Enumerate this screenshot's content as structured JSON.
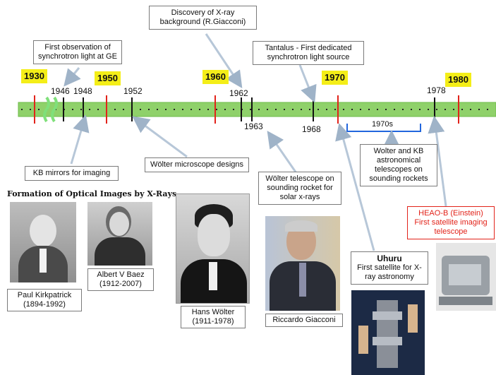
{
  "timeline": {
    "decades": [
      "1930",
      "1950",
      "1960",
      "1970",
      "1980"
    ],
    "years": [
      "1946",
      "1948",
      "1952",
      "1962",
      "1963",
      "1968",
      "1978"
    ],
    "range_label": "1970s"
  },
  "callouts": {
    "synchrotron_ge": "First observation of synchrotron light at GE",
    "xray_background": "Discovery of X-ray background (R.Giacconi)",
    "tantalus": "Tantalus - First dedicated synchrotron light source",
    "kb_mirrors": "KB mirrors for imaging",
    "wolter_microscope": "Wölter microscope designs",
    "wolter_telescope": "Wölter telescope on sounding rocket for solar x-rays",
    "wolter_kb": "Wolter and KB astronomical telescopes on sounding rockets",
    "heao_title": "HEAO-B (Einstein)",
    "heao_desc": "First satellite imaging telescope",
    "uhuru_title": "Uhuru",
    "uhuru_desc": "First satellite for X-ray astronomy"
  },
  "section_title": "Formation of Optical Images by X-Rays",
  "people": {
    "kirkpatrick": "Paul Kirkpatrick (1894-1992)",
    "baez": "Albert V Baez (1912-2007)",
    "wolter": "Hans Wölter (1911-1978)",
    "giacconi": "Riccardo Giacconi"
  },
  "colors": {
    "timeline_bar": "#8fd16a",
    "decade_tick": "#e2231a",
    "decade_label_bg": "#f4ee18",
    "arrow": "#b7c7d8",
    "heao_text": "#e2231a"
  }
}
